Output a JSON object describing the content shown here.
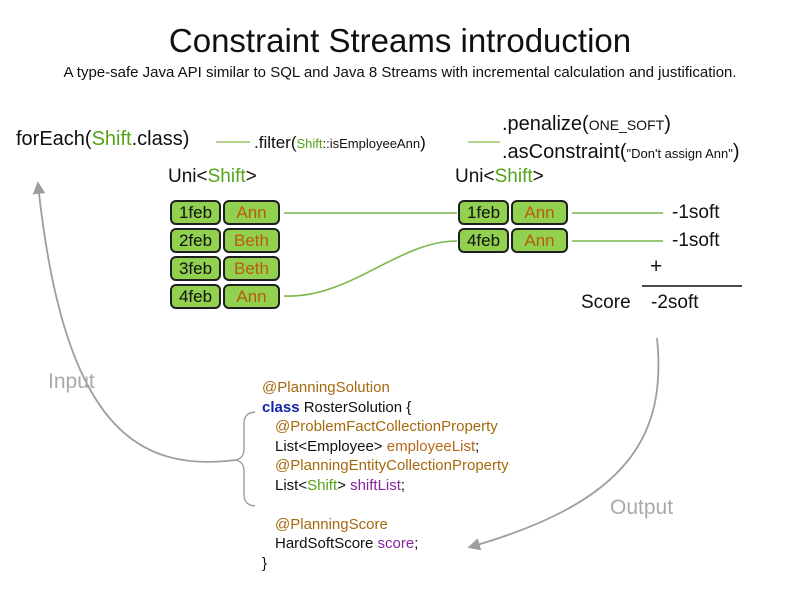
{
  "title": "Constraint Streams introduction",
  "subtitle": "A type-safe Java API similar to SQL and Java 8 Streams with incremental calculation and justification.",
  "expression": {
    "foreach": {
      "pre": "forEach(",
      "type": "Shift",
      "post": ".class)"
    },
    "filter": {
      "pre": ".filter(",
      "type": "Shift",
      "arg": "::isEmployeeAnn",
      "post": ")"
    },
    "penalize": {
      "pre": ".penalize(",
      "arg": "ONE_SOFT",
      "post": ")"
    },
    "asconstraint": {
      "pre": ".asConstraint(",
      "arg": "\"Don't assign Ann\"",
      "post": ")"
    }
  },
  "uni": {
    "pre": "Uni<",
    "type": "Shift",
    "post": ">"
  },
  "tables": {
    "left": [
      {
        "date": "1feb",
        "name": "Ann"
      },
      {
        "date": "2feb",
        "name": "Beth"
      },
      {
        "date": "3feb",
        "name": "Beth"
      },
      {
        "date": "4feb",
        "name": "Ann"
      }
    ],
    "right": [
      {
        "date": "1feb",
        "name": "Ann"
      },
      {
        "date": "4feb",
        "name": "Ann"
      }
    ]
  },
  "scores": {
    "match1": "-1soft",
    "match2": "-1soft",
    "plus": "+",
    "label": "Score",
    "total": "-2soft"
  },
  "flow": {
    "input": "Input",
    "output": "Output"
  },
  "code": {
    "l1": "@PlanningSolution",
    "l2_keyword": "class",
    "l2_rest": " RosterSolution {",
    "l3": "@ProblemFactCollectionProperty",
    "l4_type": "List<Employee> ",
    "l4_field": "employeeList",
    "l4_end": ";",
    "l5": "@PlanningEntityCollectionProperty",
    "l6_pre": "List<",
    "l6_type": "Shift",
    "l6_mid": "> ",
    "l6_field": "shiftList",
    "l6_end": ";",
    "l8": "@PlanningScore",
    "l9_type": "HardSoftScore ",
    "l9_field": "score",
    "l9_end": ";",
    "l10": "}"
  },
  "colors": {
    "green_text": "#55a316",
    "box_fill": "#92d050",
    "box_border": "#1f1f1f",
    "name_text": "#b85c0a",
    "annotation": "#a5690d",
    "keyword": "#1124a8",
    "field": "#8625a0",
    "connector_green": "#7ab648",
    "arrow_gray": "#9e9e9e"
  }
}
